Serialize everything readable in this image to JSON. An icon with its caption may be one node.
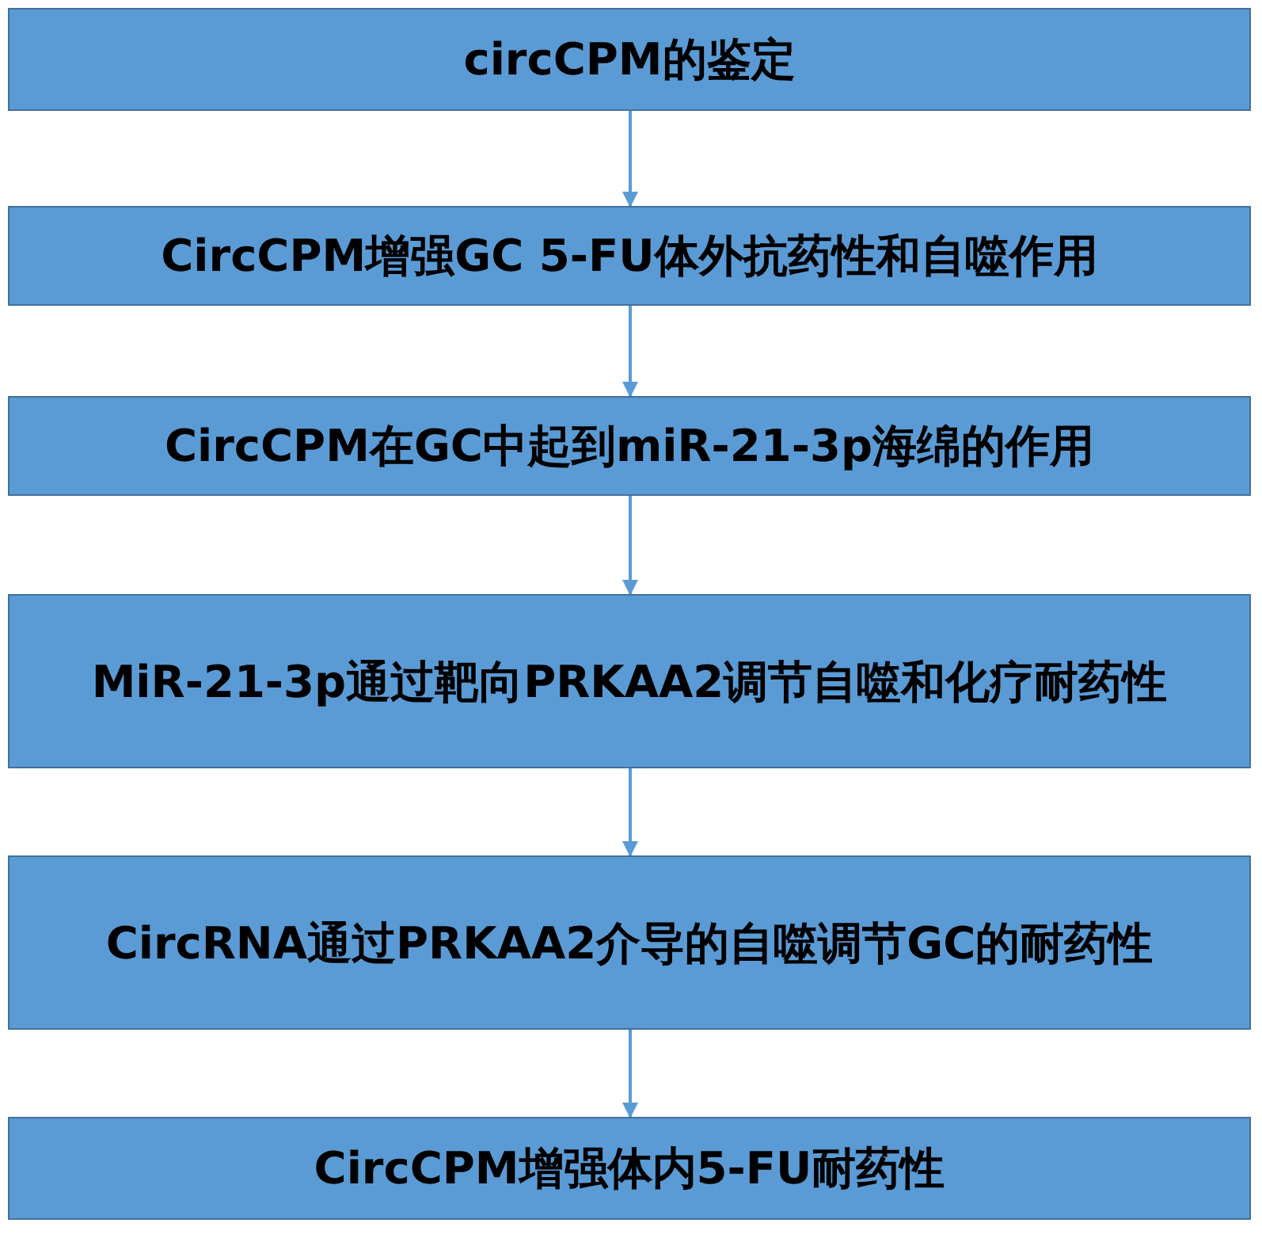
{
  "diagram": {
    "nodes": [
      {
        "text": [
          "circCPM的鉴定"
        ]
      },
      {
        "text": [
          "CircCPM增强GC 5-FU体外抗药性和自噬作用"
        ]
      },
      {
        "text": [
          "CircCPM在GC中起到miR-21-3p海绵的作用"
        ]
      },
      {
        "text": [
          "MiR-21-3p通过靶向PRKAA2调节自噬和化疗耐药性"
        ]
      },
      {
        "text": [
          "CircRNA通过PRKAA2介导的自噬调节GC的耐药性"
        ]
      },
      {
        "text": [
          "CircCPM增强体内5-FU耐药性"
        ]
      }
    ],
    "edges": [
      {
        "from": 0,
        "to": 1,
        "arrow": "to"
      },
      {
        "from": 1,
        "to": 2,
        "arrow": "to"
      },
      {
        "from": 2,
        "to": 3,
        "arrow": "to"
      },
      {
        "from": 3,
        "to": 4,
        "arrow": "to"
      },
      {
        "from": 4,
        "to": 5,
        "arrow": "to"
      }
    ]
  }
}
